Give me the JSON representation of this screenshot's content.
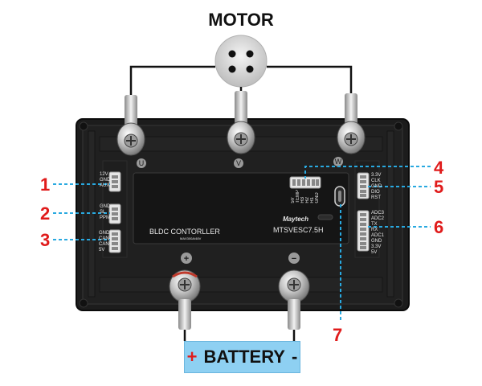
{
  "motor": {
    "title": "MOTOR"
  },
  "phases": [
    "U",
    "V",
    "W"
  ],
  "polarity": {
    "plus": "+",
    "minus": "−"
  },
  "board": {
    "name": "BLDC CONTORLLER",
    "voltage": "MAX300A/48V",
    "model": "MTSVESC7.5H",
    "brand": "Maytech"
  },
  "connectors": {
    "left1": [
      "12V",
      "GND",
      "AUX"
    ],
    "left2": [
      "GND",
      "SL",
      "PPM"
    ],
    "left3": [
      "GND",
      "CAN-",
      "CAN+",
      "5V"
    ],
    "top": [
      "5V",
      "TEMP",
      "H3",
      "H2",
      "H1",
      "GND"
    ],
    "right5": [
      "3.3V",
      "CLK",
      "GND",
      "DIO",
      "RST"
    ],
    "right6": [
      "ADC3",
      "ADC2",
      "TX",
      "RX",
      "ADC1",
      "GND",
      "3.3V",
      "5V"
    ]
  },
  "callouts": [
    "1",
    "2",
    "3",
    "4",
    "5",
    "6",
    "7"
  ],
  "battery": {
    "plus": "+",
    "label": "BATTERY",
    "minus": "-"
  },
  "colors": {
    "callout": "#e01b1b",
    "leader": "#29a9e0",
    "battery_fill": "#8ed0f2",
    "board": "#1a1a1a"
  }
}
